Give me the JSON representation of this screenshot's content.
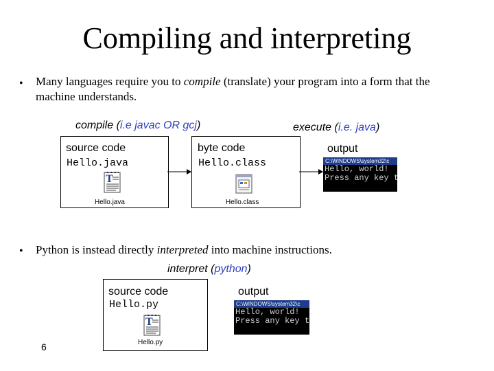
{
  "title": "Compiling and interpreting",
  "bullet1": {
    "marker": "•",
    "text_before": "Many languages require you to ",
    "emph": "compile",
    "text_after": " (translate) your program into a form that the",
    "line2": "machine understands."
  },
  "compile_label": {
    "word": "compile (",
    "detail": "i.e javac OR gcj",
    "close": ")"
  },
  "execute_label": {
    "word": "execute (",
    "detail": "i.e. java",
    "close": ")"
  },
  "source_box": {
    "heading": "source code",
    "file": "Hello.java",
    "icon_caption": "Hello.java",
    "icon": "text-file-icon"
  },
  "byte_box": {
    "heading": "byte code",
    "file": "Hello.class",
    "icon_caption": "Hello.class",
    "icon": "class-file-icon"
  },
  "output1": {
    "heading": "output",
    "titlebar": "C:\\WINDOWS\\system32\\c",
    "line1": "Hello, world!",
    "line2": "Press any key t"
  },
  "bullet2": {
    "marker": "•",
    "text_before": "Python is instead directly ",
    "emph": "interpreted",
    "text_after": " into machine instructions."
  },
  "interpret_label": {
    "word": "interpret (",
    "detail": "python",
    "close": ")"
  },
  "py_box": {
    "heading": "source code",
    "file": "Hello.py",
    "icon_caption": "Hello.py",
    "icon": "text-file-icon"
  },
  "output2": {
    "heading": "output",
    "titlebar": "C:\\WINDOWS\\system32\\c",
    "line1": "Hello, world!",
    "line2": "Press any key t"
  },
  "page_number": "6"
}
